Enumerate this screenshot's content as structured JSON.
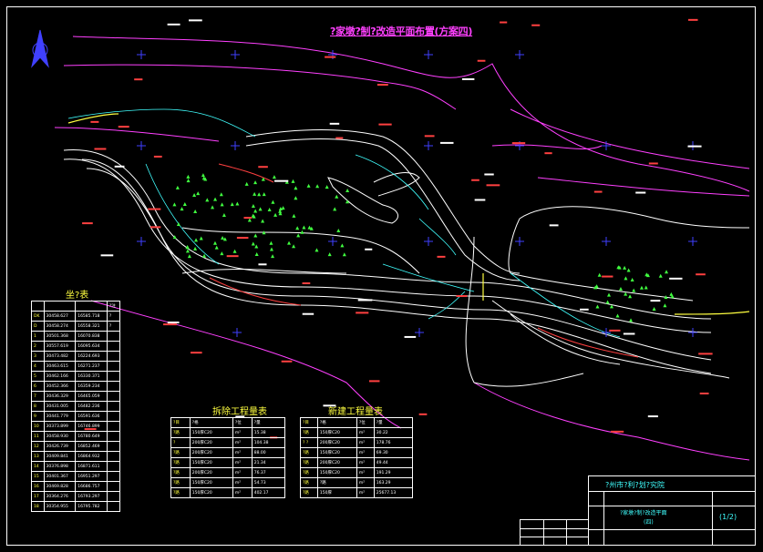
{
  "drawing": {
    "title": "?家墩?制?改造平面布置(方案四)",
    "north_arrow": "north-arrow"
  },
  "coord_table": {
    "title": "坐?表",
    "header": [
      "",
      "",
      "",
      "?注"
    ],
    "rows": [
      [
        "DK",
        "30458.627",
        "16585.718",
        "?"
      ],
      [
        "D",
        "30458.274",
        "16558.321",
        "?"
      ],
      [
        "1",
        "30501.368",
        "16070.838",
        ""
      ],
      [
        "2",
        "30557.619",
        "16095.634",
        ""
      ],
      [
        "3",
        "30473.482",
        "16224.693",
        ""
      ],
      [
        "4",
        "30463.615",
        "16271.237",
        ""
      ],
      [
        "5",
        "30462.166",
        "16330.371",
        ""
      ],
      [
        "6",
        "30452.366",
        "16359.234",
        ""
      ],
      [
        "7",
        "30436.329",
        "16465.059",
        ""
      ],
      [
        "8",
        "30431.005",
        "16482.236",
        ""
      ],
      [
        "9",
        "30441.779",
        "16591.636",
        ""
      ],
      [
        "10",
        "30373.899",
        "16746.899",
        ""
      ],
      [
        "11",
        "30458.930",
        "16780.649",
        ""
      ],
      [
        "12",
        "30426.739",
        "16852.469",
        ""
      ],
      [
        "13",
        "30409.841",
        "16864.932",
        ""
      ],
      [
        "14",
        "30376.898",
        "16871.611",
        ""
      ],
      [
        "15",
        "30401.367",
        "16951.297",
        ""
      ],
      [
        "16",
        "30469.828",
        "16686.757",
        ""
      ],
      [
        "17",
        "30364.276",
        "16793.297",
        ""
      ],
      [
        "18",
        "30354.955",
        "16795.782",
        ""
      ]
    ]
  },
  "demolish_table": {
    "title": "拆除工程量表",
    "header": [
      "?目",
      "?格",
      "?位",
      "?量"
    ],
    "rows": [
      [
        "?路",
        "150厚C20",
        "m²",
        "15.38"
      ],
      [
        "?",
        "200厚C20",
        "m²",
        "104.38"
      ],
      [
        "?路",
        "200厚C20",
        "m²",
        "88.00"
      ],
      [
        "?路",
        "150厚C20",
        "m²",
        "21.34"
      ],
      [
        "?路",
        "200厚C20",
        "m²",
        "76.37"
      ],
      [
        "?路",
        "150厚C20",
        "m²",
        "54.73"
      ],
      [
        "?路",
        "150厚C20",
        "m²",
        "402.17"
      ]
    ]
  },
  "new_table": {
    "title": "新建工程量表",
    "header": [
      "?目",
      "?格",
      "?位",
      "?量"
    ],
    "rows": [
      [
        "?路",
        "150厚C20",
        "m²",
        "30.22"
      ],
      [
        "? ?",
        "200厚C20",
        "m²",
        "178.76"
      ],
      [
        "?路",
        "150厚C20",
        "m²",
        "69.30"
      ],
      [
        "?路",
        "200厚C20",
        "m²",
        "49.44"
      ],
      [
        "?路",
        "150厚C20",
        "m²",
        "191.29"
      ],
      [
        "?路",
        "?路",
        "m²",
        "163.29"
      ],
      [
        "?路",
        "150厚",
        "m²",
        "25677.13"
      ]
    ]
  },
  "title_block": {
    "org": "?州市?利?划?究院",
    "drawing_name": "?家墩?制?改造平面",
    "drawing_sub": "(四)",
    "sheet": "(1/2)",
    "row_labels": [
      "?",
      "?",
      "?",
      "?",
      "?",
      "?"
    ]
  },
  "colors": {
    "background": "#000000",
    "magenta": "#ff40ff",
    "white": "#ffffff",
    "yellow": "#ffff40",
    "cyan": "#40ffff",
    "green": "#40ff40",
    "red": "#ff4040",
    "blue": "#4040ff"
  }
}
